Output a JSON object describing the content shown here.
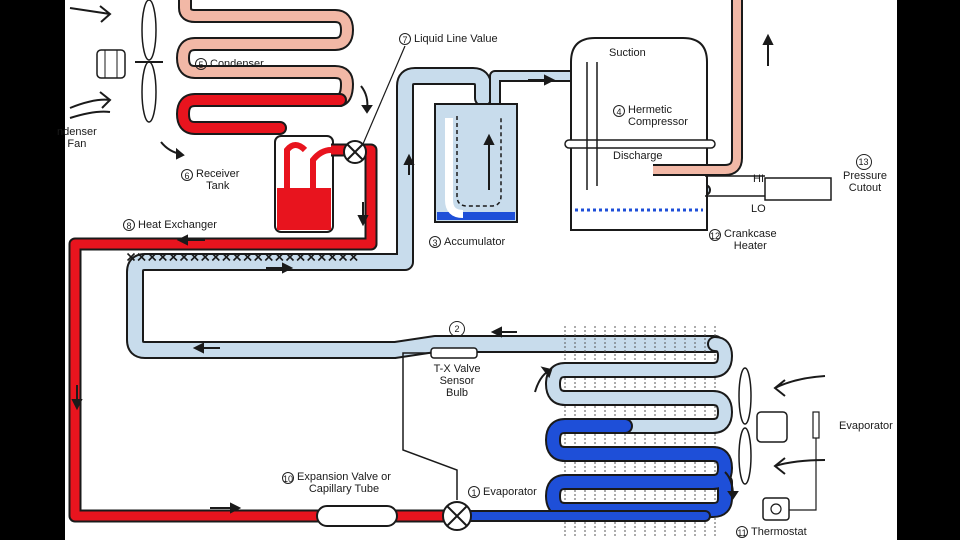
{
  "labels": {
    "condenser_fan": "ndenser\nFan",
    "c5": {
      "num": "5",
      "text": "Condenser"
    },
    "c6": {
      "num": "6",
      "text": "Receiver\nTank"
    },
    "c7": {
      "num": "7",
      "text": "Liquid Line Value"
    },
    "c3": {
      "num": "3",
      "text": "Accumulator"
    },
    "suction": "Suction",
    "c4": {
      "num": "4",
      "text": "Hermetic\nCompressor"
    },
    "discharge": "Discharge",
    "hi": "HI",
    "lo": "LO",
    "c13": {
      "num": "13",
      "text": "Pressure\nCutout"
    },
    "c12": {
      "num": "12",
      "text": "Crankcase\nHeater"
    },
    "c8": {
      "num": "8",
      "text": "Heat Exchanger"
    },
    "c2": {
      "num": "2"
    },
    "tx": "T-X Valve\nSensor\nBulb",
    "evaporator_right": "Evaporator",
    "c10": {
      "num": "10",
      "text": "Expansion Valve or\nCapillary Tube"
    },
    "c1": {
      "num": "1",
      "text": "Evaporator"
    },
    "c11": {
      "num": "11",
      "text": "Thermostat"
    }
  },
  "colors": {
    "hot_liquid": "#e8141e",
    "hot_gas": "#f2b8a6",
    "cool_gas": "#c8dcec",
    "cold_liquid": "#1e4fd8",
    "outline": "#1a1a1a",
    "background": "#ffffff"
  }
}
